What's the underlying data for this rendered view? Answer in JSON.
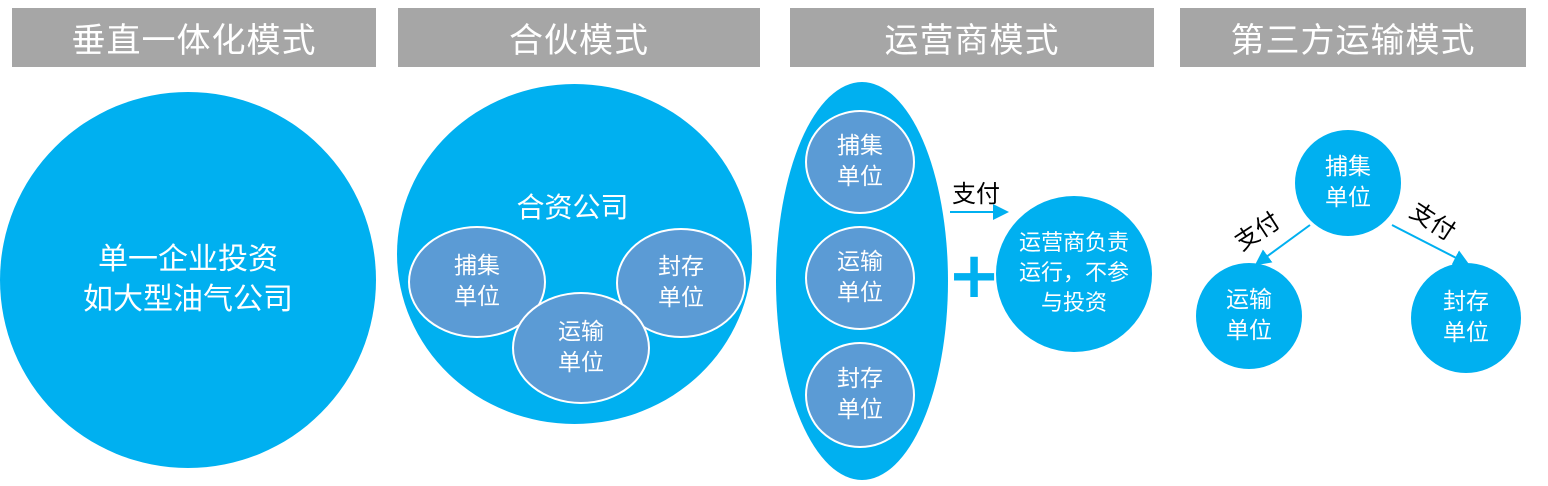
{
  "headers": [
    "垂直一体化模式",
    "合伙模式",
    "运营商模式",
    "第三方运输模式"
  ],
  "vertical": {
    "lines": [
      "单一企业投资",
      "如大型油气公司"
    ]
  },
  "partnership": {
    "title": "合资公司",
    "capture": [
      "捕集",
      "单位"
    ],
    "transport": [
      "运输",
      "单位"
    ],
    "storage": [
      "封存",
      "单位"
    ]
  },
  "operator": {
    "capture": [
      "捕集",
      "单位"
    ],
    "transport": [
      "运输",
      "单位"
    ],
    "storage": [
      "封存",
      "单位"
    ],
    "pay_label": "支付",
    "operator_lines": [
      "运营商负责",
      "运行，不参",
      "与投资"
    ],
    "plus_symbol": "+"
  },
  "third_party": {
    "capture": [
      "捕集",
      "单位"
    ],
    "transport": [
      "运输",
      "单位"
    ],
    "storage": [
      "封存",
      "单位"
    ],
    "pay_left": "支付",
    "pay_right": "支付"
  },
  "colors": {
    "header_bg": "#a6a6a6",
    "primary": "#00b0f0",
    "unit": "#5b9bd5",
    "arrow": "#00b0f0"
  }
}
